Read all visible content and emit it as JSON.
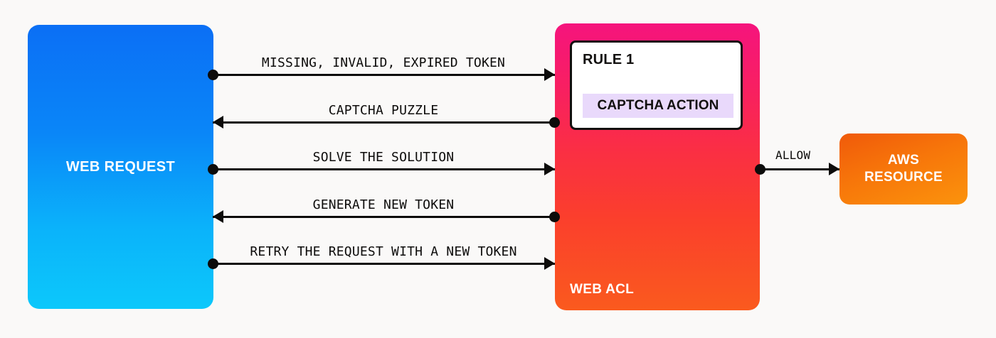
{
  "diagram": {
    "background_color": "#faf9f8",
    "title_text": null
  },
  "nodes": {
    "web_request": {
      "label": "WEB REQUEST",
      "gradient_from": "#0b6ff5",
      "gradient_to": "#0cc8fb"
    },
    "web_acl": {
      "label": "WEB ACL",
      "gradient_from": "#f5147d",
      "gradient_to": "#fa5a1e",
      "rule_card": {
        "title": "RULE 1",
        "action_label": "CAPTCHA ACTION",
        "action_badge_color": "#e9d9fb",
        "card_background": "#ffffff",
        "card_border_color": "#12100f"
      }
    },
    "aws_resource": {
      "label_line1": "AWS",
      "label_line2": "RESOURCE",
      "gradient_from": "#f05a0a",
      "gradient_to": "#fb930c"
    }
  },
  "connectors": [
    {
      "id": "missing-invalid-expired-token",
      "label": "MISSING, INVALID, EXPIRED TOKEN",
      "direction": "right",
      "from": "web_request",
      "to": "web_acl"
    },
    {
      "id": "captcha-puzzle",
      "label": "CAPTCHA PUZZLE",
      "direction": "left",
      "from": "web_acl",
      "to": "web_request"
    },
    {
      "id": "solve-the-solution",
      "label": "SOLVE THE SOLUTION",
      "direction": "right",
      "from": "web_request",
      "to": "web_acl"
    },
    {
      "id": "generate-new-token",
      "label": "GENERATE NEW TOKEN",
      "direction": "left",
      "from": "web_acl",
      "to": "web_request"
    },
    {
      "id": "retry-the-request-with-a-new-token",
      "label": "RETRY THE REQUEST WITH A NEW TOKEN",
      "direction": "right",
      "from": "web_request",
      "to": "web_acl"
    },
    {
      "id": "allow",
      "label": "ALLOW",
      "direction": "right",
      "from": "web_acl",
      "to": "aws_resource"
    }
  ]
}
